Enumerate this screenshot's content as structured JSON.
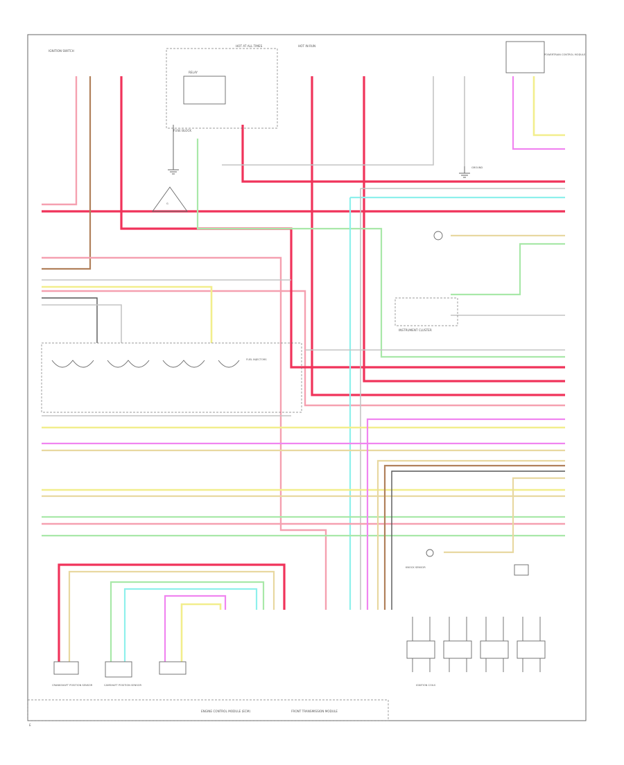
{
  "diagram": {
    "footer": {
      "left": "ENGINE CONTROL MODULE (ECM)",
      "center": "FRONT TRANSMISSION MODULE",
      "corner": "E"
    },
    "labels": {
      "ignition_switch": "IGNITION SWITCH",
      "instrument_cluster": "INSTRUMENT CLUSTER",
      "ground": "GROUND",
      "fuel_injectors": "FUEL INJECTORS",
      "crankshaft_sensor": "CRANKSHAFT POSITION SENSOR",
      "camshaft_sensor": "CAMSHAFT POSITION SENSOR",
      "knock_sensor": "KNOCK SENSOR",
      "ignition_coils": "IGNITION COILS",
      "hot_at_all_times": "HOT AT ALL TIMES",
      "hot_in_run": "HOT IN RUN",
      "fuse_block": "FUSE BLOCK",
      "relay": "RELAY",
      "g_ground": "G",
      "powertrain": "POWERTRAIN CONTROL MODULE"
    },
    "colors": {
      "red": "#f0335a",
      "pink": "#f5a0b0",
      "yellow": "#f2ee8c",
      "violet": "#f084f0",
      "green": "#a8e8a8",
      "cyan": "#8ef0ec",
      "tan": "#e8d8a0",
      "brown": "#b0805a",
      "gray": "#c4c4c4",
      "dark": "#555555"
    }
  }
}
